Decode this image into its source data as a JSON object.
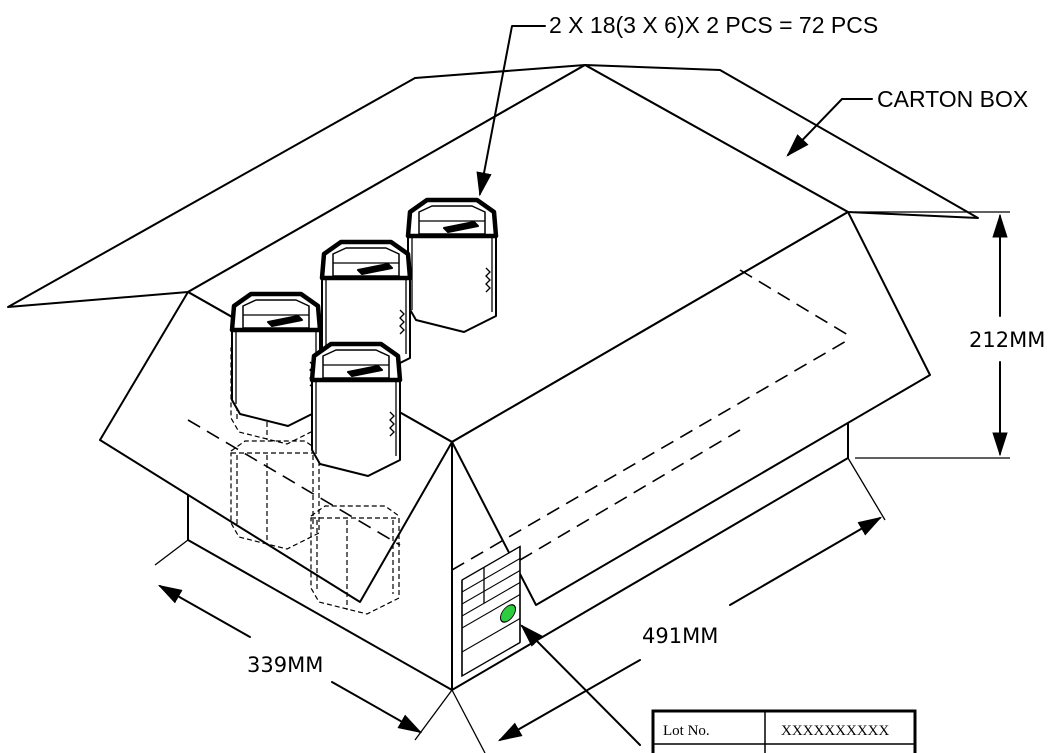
{
  "callouts": {
    "quantity": "2 X 18(3 X 6)X 2 PCS  = 72 PCS",
    "carton": "CARTON BOX"
  },
  "dimensions": {
    "height": "212MM",
    "width": "339MM",
    "length": "491MM"
  },
  "label_table": {
    "rows": [
      {
        "label": "Lot No.",
        "value": "XXXXXXXXXX"
      }
    ]
  }
}
